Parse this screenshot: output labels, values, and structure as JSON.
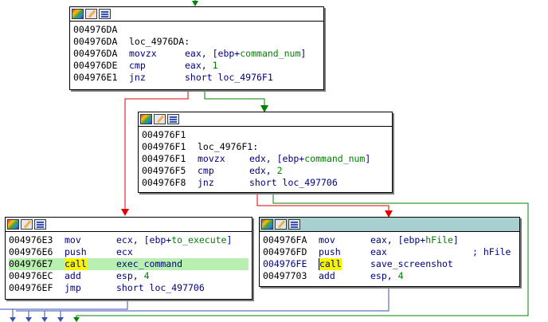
{
  "toolbar": {
    "icons": [
      "color-icon",
      "edit-icon",
      "graph-icon"
    ]
  },
  "colors": {
    "true_edge": "#008000",
    "false_edge": "#e00000",
    "jump_edge": "#3a52b0",
    "call_line": "#b8f0b0",
    "highlight": "#f5f500"
  },
  "block1": {
    "lines": [
      {
        "addr": "004976DA"
      },
      {
        "addr": "004976DA",
        "label": "loc_4976DA:"
      },
      {
        "addr": "004976DA",
        "mnemonic": "movzx",
        "op_a": "eax, [ebp+",
        "op_ref": "command_num",
        "op_b": "]"
      },
      {
        "addr": "004976DE",
        "mnemonic": "cmp",
        "op_a": "eax, ",
        "op_num": "1"
      },
      {
        "addr": "004976E1",
        "mnemonic": "jnz",
        "op_a": "short loc_4976F1"
      }
    ]
  },
  "block2": {
    "lines": [
      {
        "addr": "004976F1"
      },
      {
        "addr": "004976F1",
        "label": "loc_4976F1:"
      },
      {
        "addr": "004976F1",
        "mnemonic": "movzx",
        "op_a": "edx, [ebp+",
        "op_ref": "command_num",
        "op_b": "]"
      },
      {
        "addr": "004976F5",
        "mnemonic": "cmp",
        "op_a": "edx, ",
        "op_num": "2"
      },
      {
        "addr": "004976F8",
        "mnemonic": "jnz",
        "op_a": "short loc_497706"
      }
    ]
  },
  "block3": {
    "lines": [
      {
        "addr": "004976E3",
        "mnemonic": "mov",
        "op_a": "ecx, [ebp+",
        "op_ref": "to_execute",
        "op_b": "]"
      },
      {
        "addr": "004976E6",
        "mnemonic": "push",
        "op_a": "ecx"
      },
      {
        "addr": "004976E7",
        "mnemonic": "call",
        "op_a": "exec_command"
      },
      {
        "addr": "004976EC",
        "mnemonic": "add",
        "op_a": "esp, ",
        "op_num": "4"
      },
      {
        "addr": "004976EF",
        "mnemonic": "jmp",
        "op_a": "short loc_497706"
      }
    ]
  },
  "block4": {
    "lines": [
      {
        "addr": "004976FA",
        "mnemonic": "mov",
        "op_a": "eax, [ebp+",
        "op_ref": "hFile",
        "op_b": "]"
      },
      {
        "addr": "004976FD",
        "mnemonic": "push",
        "op_a": "eax",
        "comment": "; hFile"
      },
      {
        "addr": "004976FE",
        "mnemonic": "call",
        "op_a": "save_screenshot"
      },
      {
        "addr": "00497703",
        "mnemonic": "add",
        "op_a": "esp, ",
        "op_num": "4"
      }
    ]
  }
}
